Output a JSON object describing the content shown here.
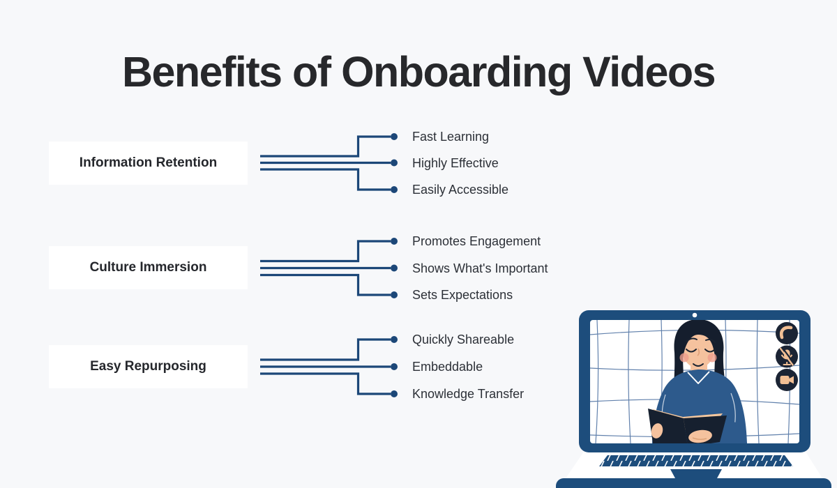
{
  "title": "Benefits of Onboarding Videos",
  "groups": [
    {
      "title": "Information Retention",
      "items": [
        "Fast Learning",
        "Highly Effective",
        "Easily Accessible"
      ]
    },
    {
      "title": "Culture Immersion",
      "items": [
        "Promotes Engagement",
        "Shows What's Important",
        "Sets Expectations"
      ]
    },
    {
      "title": "Easy Repurposing",
      "items": [
        "Quickly Shareable",
        "Embeddable",
        "Knowledge Transfer"
      ]
    }
  ],
  "illustration": {
    "subject": "Woman reading a book on a laptop video call",
    "call_buttons": [
      "phone-icon",
      "microphone-muted-icon",
      "video-camera-icon"
    ]
  },
  "colors": {
    "background": "#f7f8fa",
    "connector": "#1c4778",
    "box_background": "#ffffff",
    "title_text": "#27282b",
    "body_text": "#2c3037",
    "laptop_navy": "#1d4d7c",
    "dark_navy": "#151e2d",
    "sweater_blue": "#2d5a8c",
    "skin_peach": "#f5c29e",
    "icon_peach": "#f2bf94"
  }
}
